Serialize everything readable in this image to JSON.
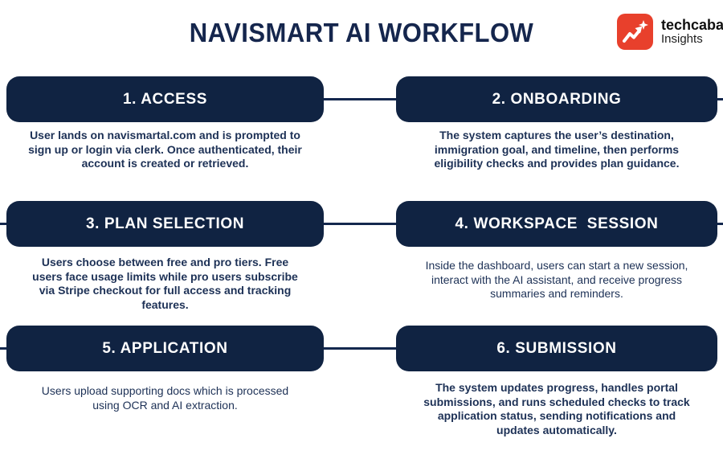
{
  "header": {
    "title": "NAVISMART AI WORKFLOW",
    "brand": {
      "name": "techcabal",
      "subtitle": "Insights",
      "accent_color": "#e8402c"
    }
  },
  "colors": {
    "box_navy": "#102342",
    "text_navy": "#1d3156",
    "connector_navy": "#14284e",
    "brand_red": "#e8402c"
  },
  "steps": [
    {
      "title": "1. ACCESS",
      "description": "User lands on navismartal.com and is prompted to\nsign up or login via clerk. Once authenticated, their\naccount is created or retrieved."
    },
    {
      "title": "2. ONBOARDING",
      "description": "The system captures the user’s destination,\nimmigration goal, and timeline, then performs\neligibility checks and provides plan guidance."
    },
    {
      "title": "3. PLAN SELECTION",
      "description": "Users choose between free and pro tiers. Free\nusers face usage limits while pro users subscribe\nvia Stripe checkout for full access and tracking\nfeatures."
    },
    {
      "title": "4. WORKSPACE  SESSION",
      "description": "Inside the dashboard, users can start a new session,\ninteract with the AI assistant, and receive progress\nsummaries and reminders."
    },
    {
      "title": "5. APPLICATION",
      "description": "Users upload supporting docs which is processed\nusing OCR and AI extraction."
    },
    {
      "title": "6. SUBMISSION",
      "description": "The system updates progress, handles portal\nsubmissions, and runs scheduled checks to track\napplication status, sending notifications and\nupdates automatically."
    }
  ]
}
